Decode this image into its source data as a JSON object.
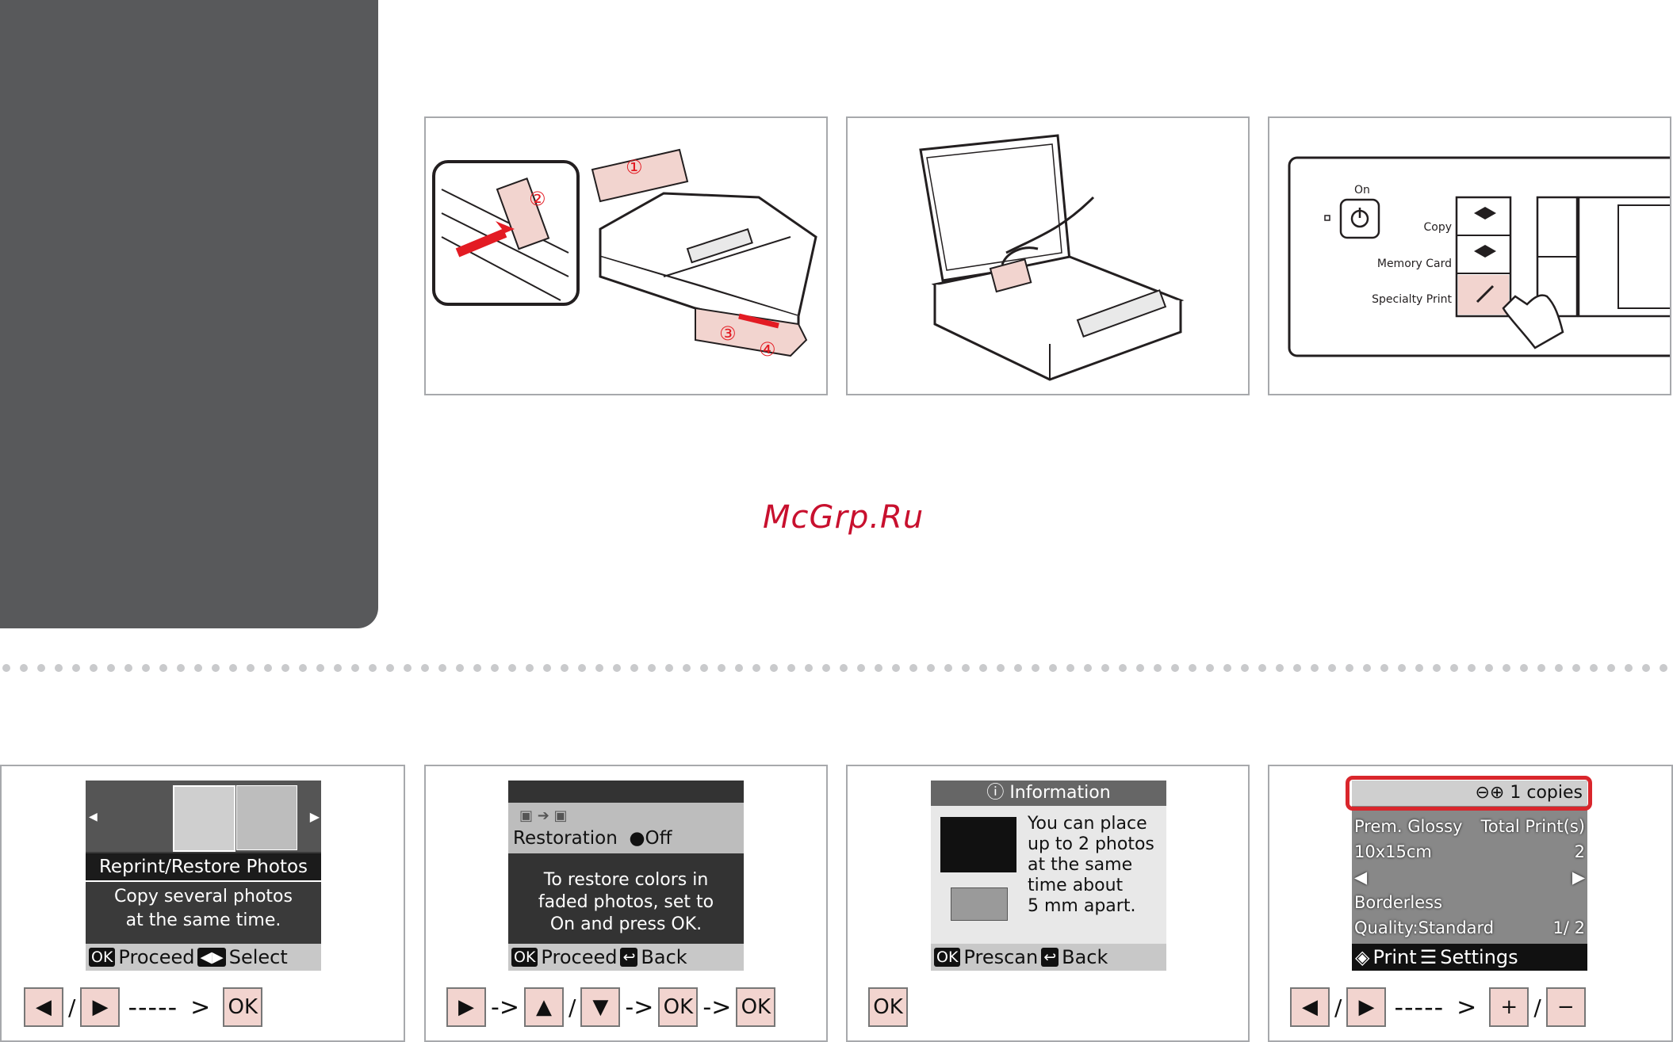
{
  "watermark": "McGrp.Ru",
  "panel3": {
    "on_label": "On",
    "copy_label": "Copy",
    "memory_label": "Memory Card",
    "specialty_label": "Specialty Print"
  },
  "printer_callouts": [
    "①",
    "②",
    "③",
    "④"
  ],
  "screen1": {
    "title": "Reprint/Restore Photos",
    "body_line1": "Copy several photos",
    "body_line2": "at the same time.",
    "ok": "OK",
    "proceed": "Proceed",
    "select": "Select"
  },
  "screen2": {
    "restoration": "Restoration",
    "off": "Off",
    "line1": "To restore colors in",
    "line2": "faded photos, set to",
    "line3": "On and press OK.",
    "ok": "OK",
    "proceed": "Proceed",
    "back": "Back"
  },
  "screen3": {
    "header": "Information",
    "line1": "You can place",
    "line2": "up to 2 photos",
    "line3": "at the same",
    "line4": "time about",
    "line5": "5 mm apart.",
    "ok": "OK",
    "prescan": "Prescan",
    "back": "Back"
  },
  "screen4": {
    "copies": "1 copies",
    "paper": "Prem. Glossy",
    "total_label": "Total Print(s)",
    "size": "10x15cm",
    "total_value": "2",
    "border": "Borderless",
    "quality": "Quality:Standard",
    "page": "1/  2",
    "print": "Print",
    "settings": "Settings"
  },
  "keys": {
    "ok": "OK",
    "slash": "/",
    "dashes": "-----",
    "plus": "+",
    "minus": "−"
  }
}
